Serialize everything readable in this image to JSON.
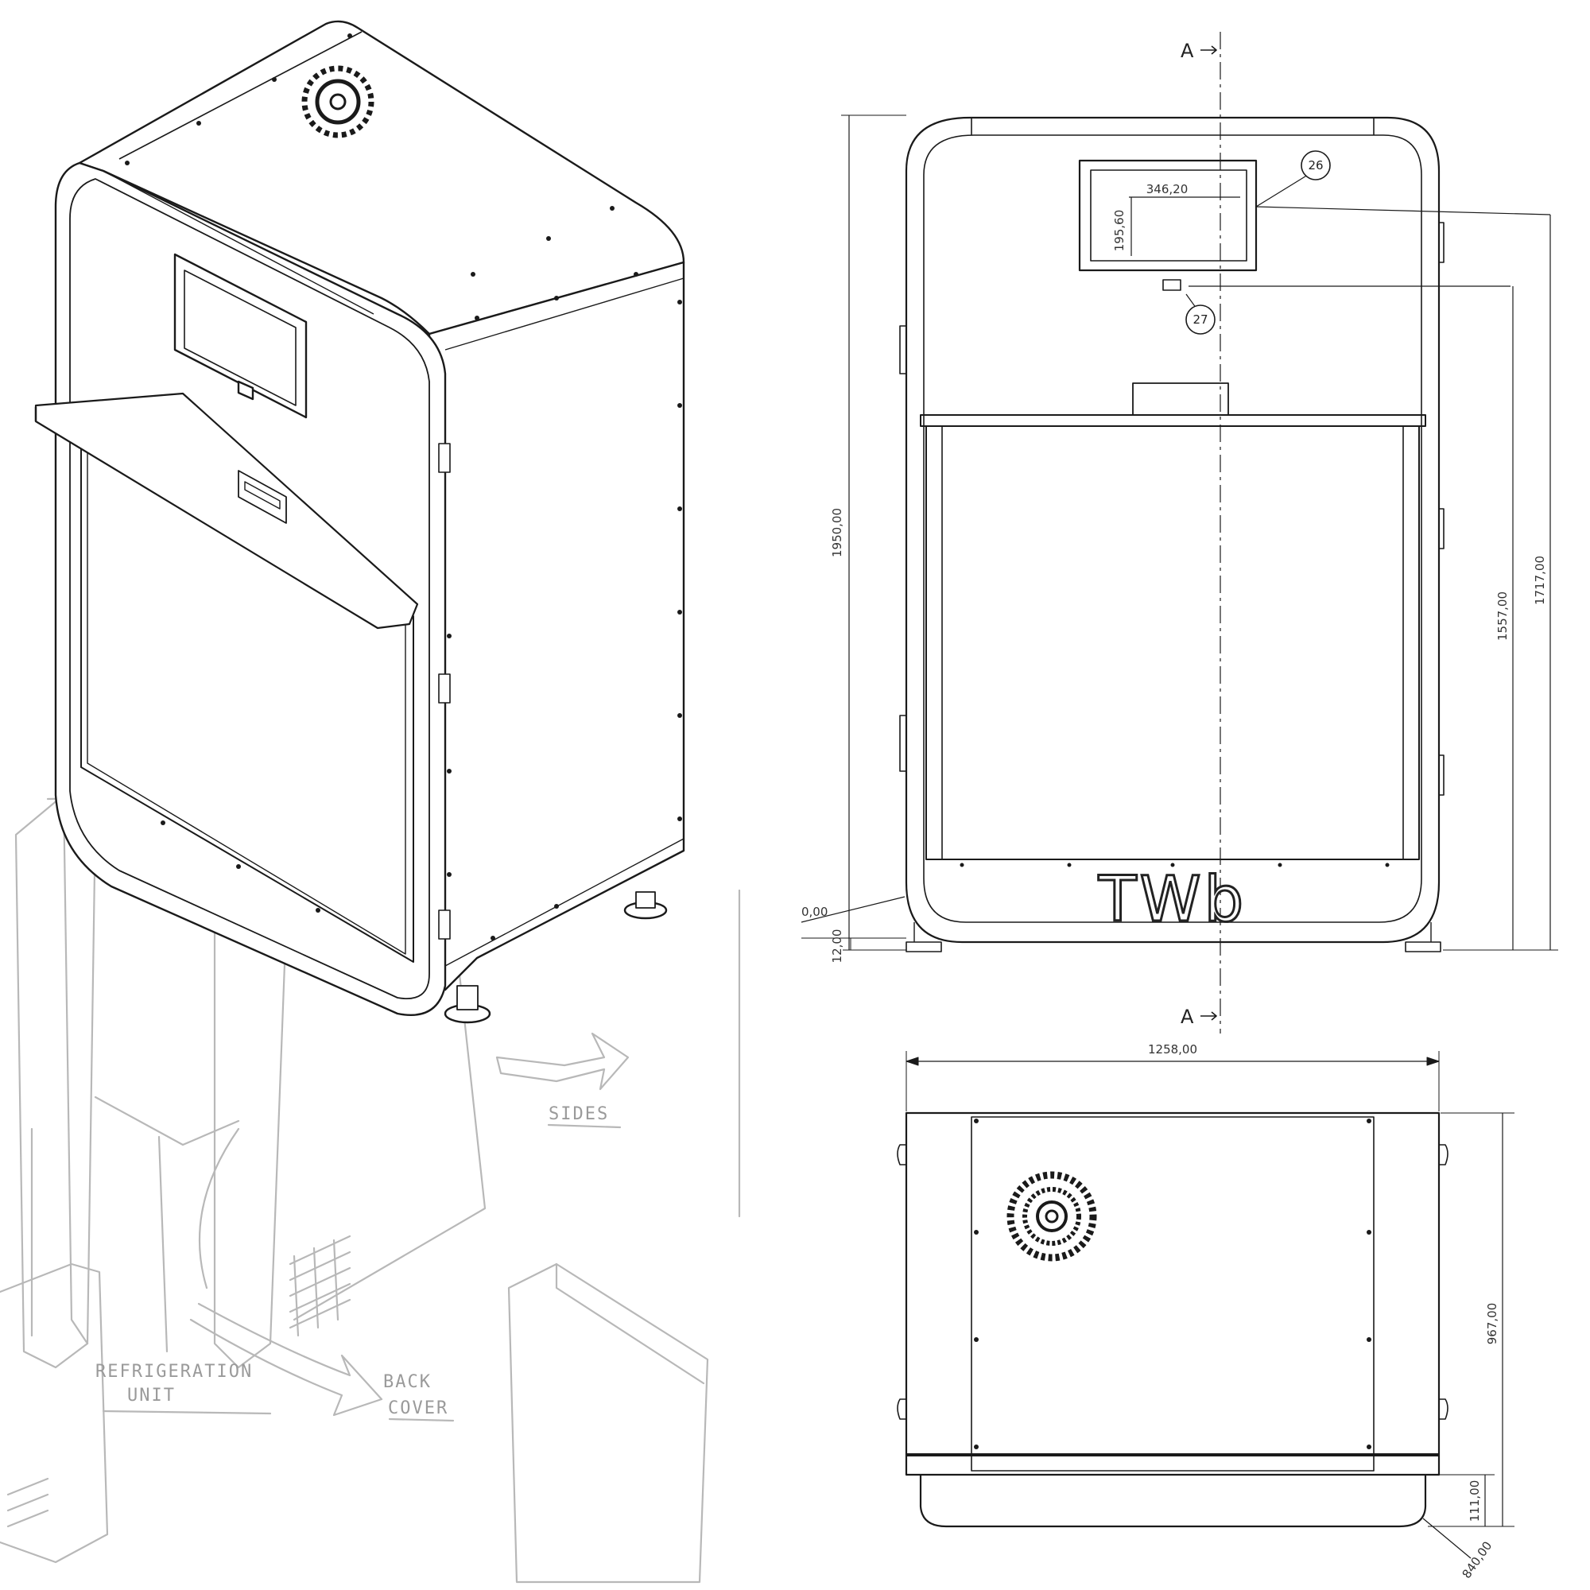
{
  "section_marker": "A",
  "brand": "TWb",
  "front_view": {
    "height_total": "1950,00",
    "height_screen": "1717,00",
    "height_button": "1557,00",
    "screen_width": "346,20",
    "screen_height": "195,60",
    "foot_height": "12,00",
    "corner_radius": "0,00",
    "balloon_screen": "26",
    "balloon_button": "27"
  },
  "top_view": {
    "width": "1258,00",
    "depth": "967,00",
    "base_height": "111,00",
    "base_offset": "840,00"
  },
  "sketch_labels": {
    "sides": "SIDES",
    "refrigeration_line1": "REFRIGERATION",
    "refrigeration_line2": "UNIT",
    "back_line1": "BACK",
    "back_line2": "COVER"
  },
  "colors": {
    "line": "#1a1a1a",
    "sketch": "#b5b5b5",
    "dimension": "#333333"
  }
}
